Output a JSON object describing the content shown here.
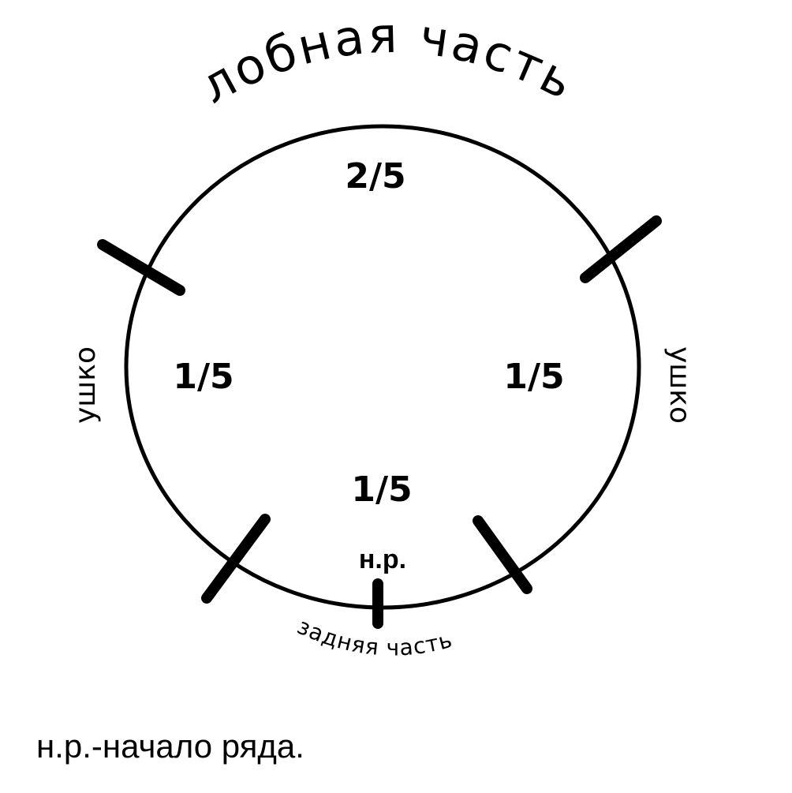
{
  "title_front": "лобная часть",
  "label_back": "задняя часть",
  "label_ear_left": "ушко",
  "label_ear_right": "ушко",
  "fraction_top": "2/5",
  "fraction_left": "1/5",
  "fraction_right": "1/5",
  "fraction_bottom": "1/5",
  "start_marker": "н.р.",
  "legend": "н.р.-начало ряда.",
  "colors": {
    "line": "#000000",
    "background": "#ffffff"
  }
}
